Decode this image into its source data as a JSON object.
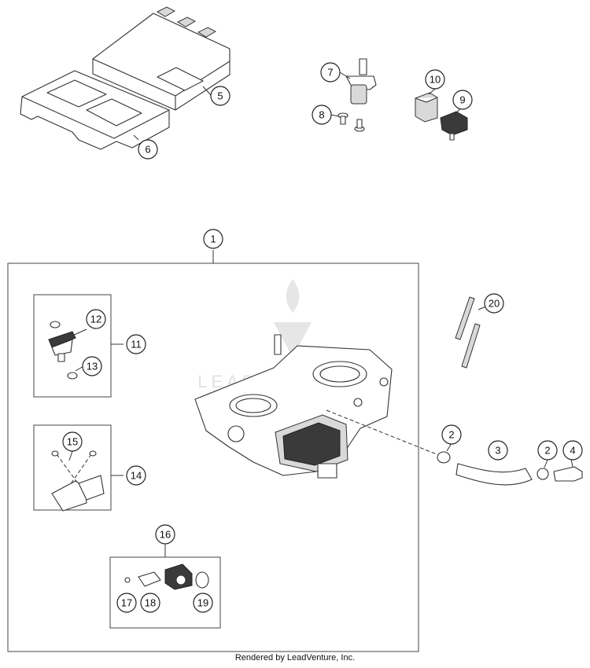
{
  "callouts": [
    "1",
    "2",
    "3",
    "4",
    "5",
    "6",
    "7",
    "8",
    "9",
    "10",
    "11",
    "12",
    "13",
    "14",
    "15",
    "16",
    "17",
    "18",
    "19",
    "20"
  ],
  "watermark_text": "LEADVENTURE",
  "footer": "Rendered by LeadVenture, Inc."
}
